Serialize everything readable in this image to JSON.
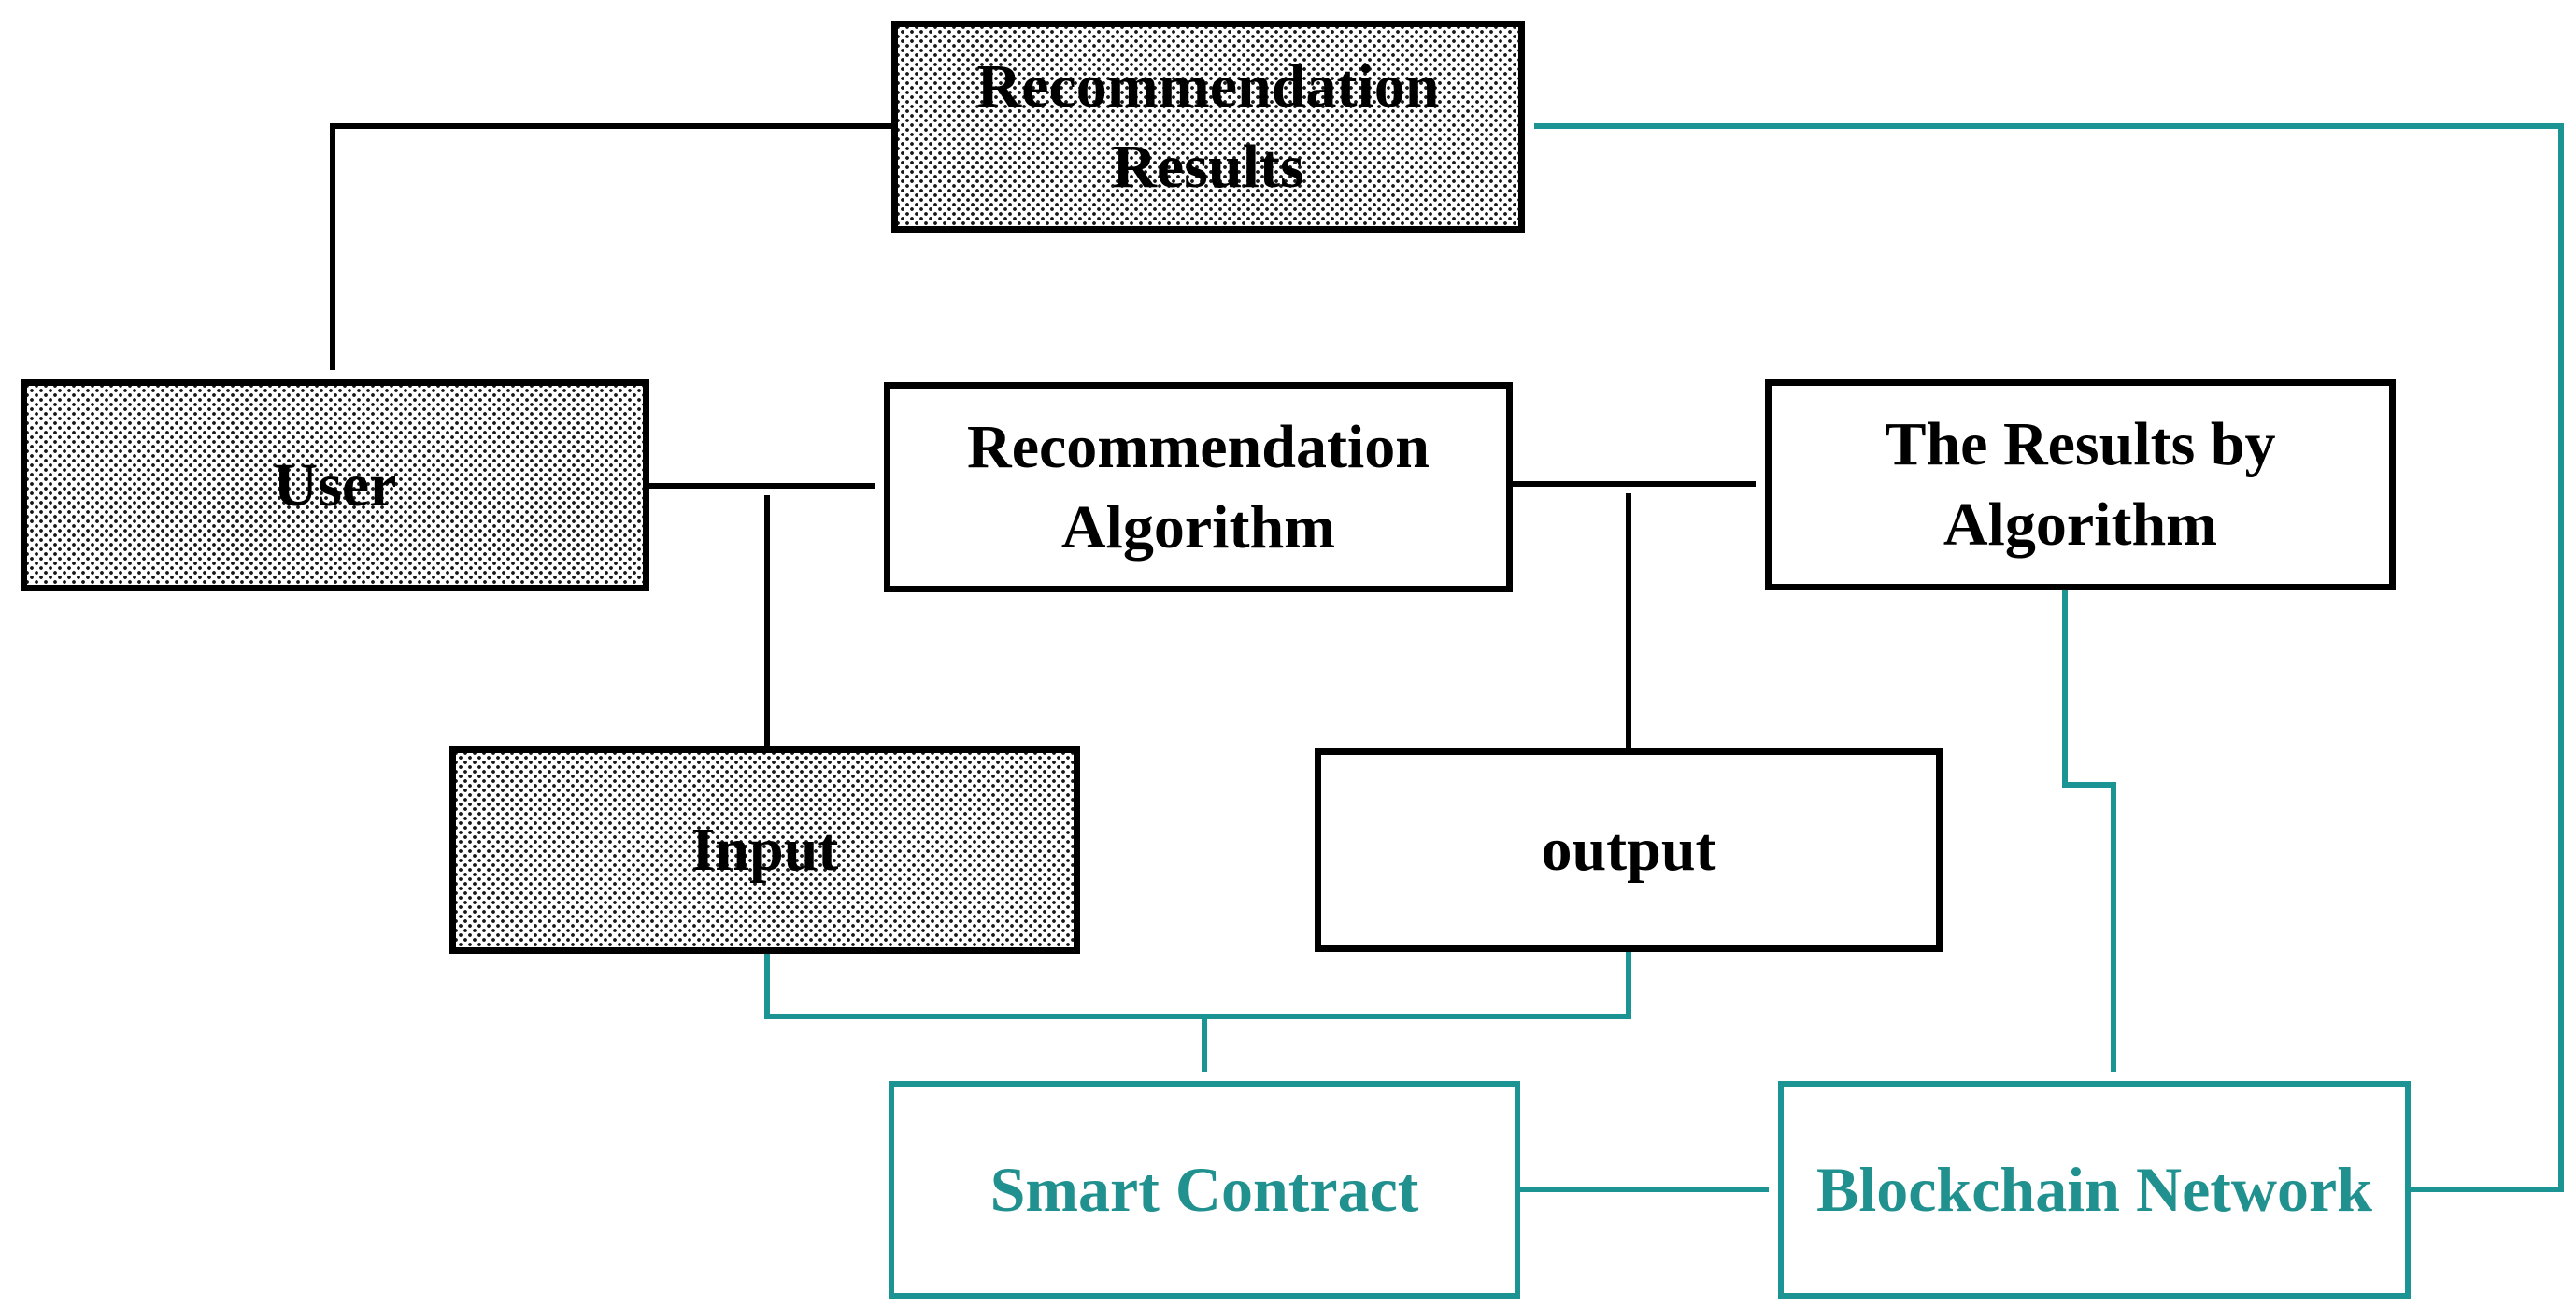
{
  "diagram": {
    "type": "flowchart",
    "description": "Blockchain-based recommendation system flow diagram",
    "colors": {
      "black": "#000000",
      "teal": "#1d9494",
      "teal_text": "#21918f",
      "background": "#ffffff"
    },
    "nodes": [
      {
        "id": "recommendation-results",
        "label": "Recommendation Results",
        "fill": "halftone-dots",
        "border_color": "black",
        "text_color": "black"
      },
      {
        "id": "user",
        "label": "User",
        "fill": "halftone-dots",
        "border_color": "black",
        "text_color": "black"
      },
      {
        "id": "recommendation-algorithm",
        "label": "Recommendation Algorithm",
        "fill": "white",
        "border_color": "black",
        "text_color": "black"
      },
      {
        "id": "the-results-by-algorithm",
        "label": "The Results by Algorithm",
        "fill": "white",
        "border_color": "black",
        "text_color": "black"
      },
      {
        "id": "input",
        "label": "Input",
        "fill": "halftone-dots",
        "border_color": "black",
        "text_color": "black"
      },
      {
        "id": "output",
        "label": "output",
        "fill": "white",
        "border_color": "black",
        "text_color": "black"
      },
      {
        "id": "smart-contract",
        "label": "Smart Contract",
        "fill": "white",
        "border_color": "teal",
        "text_color": "teal"
      },
      {
        "id": "blockchain-network",
        "label": "Blockchain Network",
        "fill": "white",
        "border_color": "teal",
        "text_color": "teal"
      }
    ],
    "edges": [
      {
        "from": "recommendation-results",
        "to": "user",
        "color": "black",
        "style": "elbow-arrow"
      },
      {
        "from": "user",
        "to": "recommendation-algorithm",
        "color": "black",
        "style": "arrow"
      },
      {
        "from": "input",
        "to": "edge-user-to-recommendation-algorithm",
        "color": "black",
        "style": "arrow"
      },
      {
        "from": "recommendation-algorithm",
        "to": "the-results-by-algorithm",
        "color": "black",
        "style": "arrow"
      },
      {
        "from": "output",
        "to": "edge-recommendation-algorithm-to-the-results-by-algorithm",
        "color": "black",
        "style": "arrow"
      },
      {
        "from": "input",
        "to": "smart-contract",
        "color": "teal",
        "style": "elbow-arrow"
      },
      {
        "from": "output",
        "to": "smart-contract",
        "color": "teal",
        "style": "elbow-arrow"
      },
      {
        "from": "the-results-by-algorithm",
        "to": "blockchain-network",
        "color": "teal",
        "style": "elbow-arrow"
      },
      {
        "from": "smart-contract",
        "to": "blockchain-network",
        "color": "teal",
        "style": "arrow"
      },
      {
        "from": "blockchain-network",
        "to": "recommendation-results",
        "color": "teal",
        "style": "elbow-arrow"
      }
    ]
  }
}
